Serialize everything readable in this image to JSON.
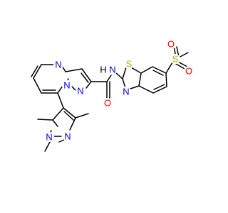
{
  "molecule": {
    "atoms": [
      {
        "id": "N_pm",
        "label": "N",
        "color": "#0000ff"
      },
      {
        "id": "N_py",
        "label": "N",
        "color": "#0000ff"
      },
      {
        "id": "N_br",
        "label": "N",
        "color": "#0000ff"
      },
      {
        "id": "NH",
        "label": "N",
        "color": "#0000ff"
      },
      {
        "id": "H",
        "label": "H",
        "color": "#000000"
      },
      {
        "id": "O_amide",
        "label": "O",
        "color": "#ff0000"
      },
      {
        "id": "S_thz",
        "label": "S",
        "color": "#ccaa00"
      },
      {
        "id": "N_thz",
        "label": "N",
        "color": "#0000ff"
      },
      {
        "id": "S_sulf",
        "label": "S",
        "color": "#ccaa00"
      },
      {
        "id": "O_s1",
        "label": "O",
        "color": "#ff0000"
      },
      {
        "id": "O_s2",
        "label": "O",
        "color": "#ff0000"
      },
      {
        "id": "N_mpz",
        "label": "N",
        "color": "#0000ff"
      },
      {
        "id": "N_pz2",
        "label": "N",
        "color": "#0000ff"
      }
    ]
  }
}
